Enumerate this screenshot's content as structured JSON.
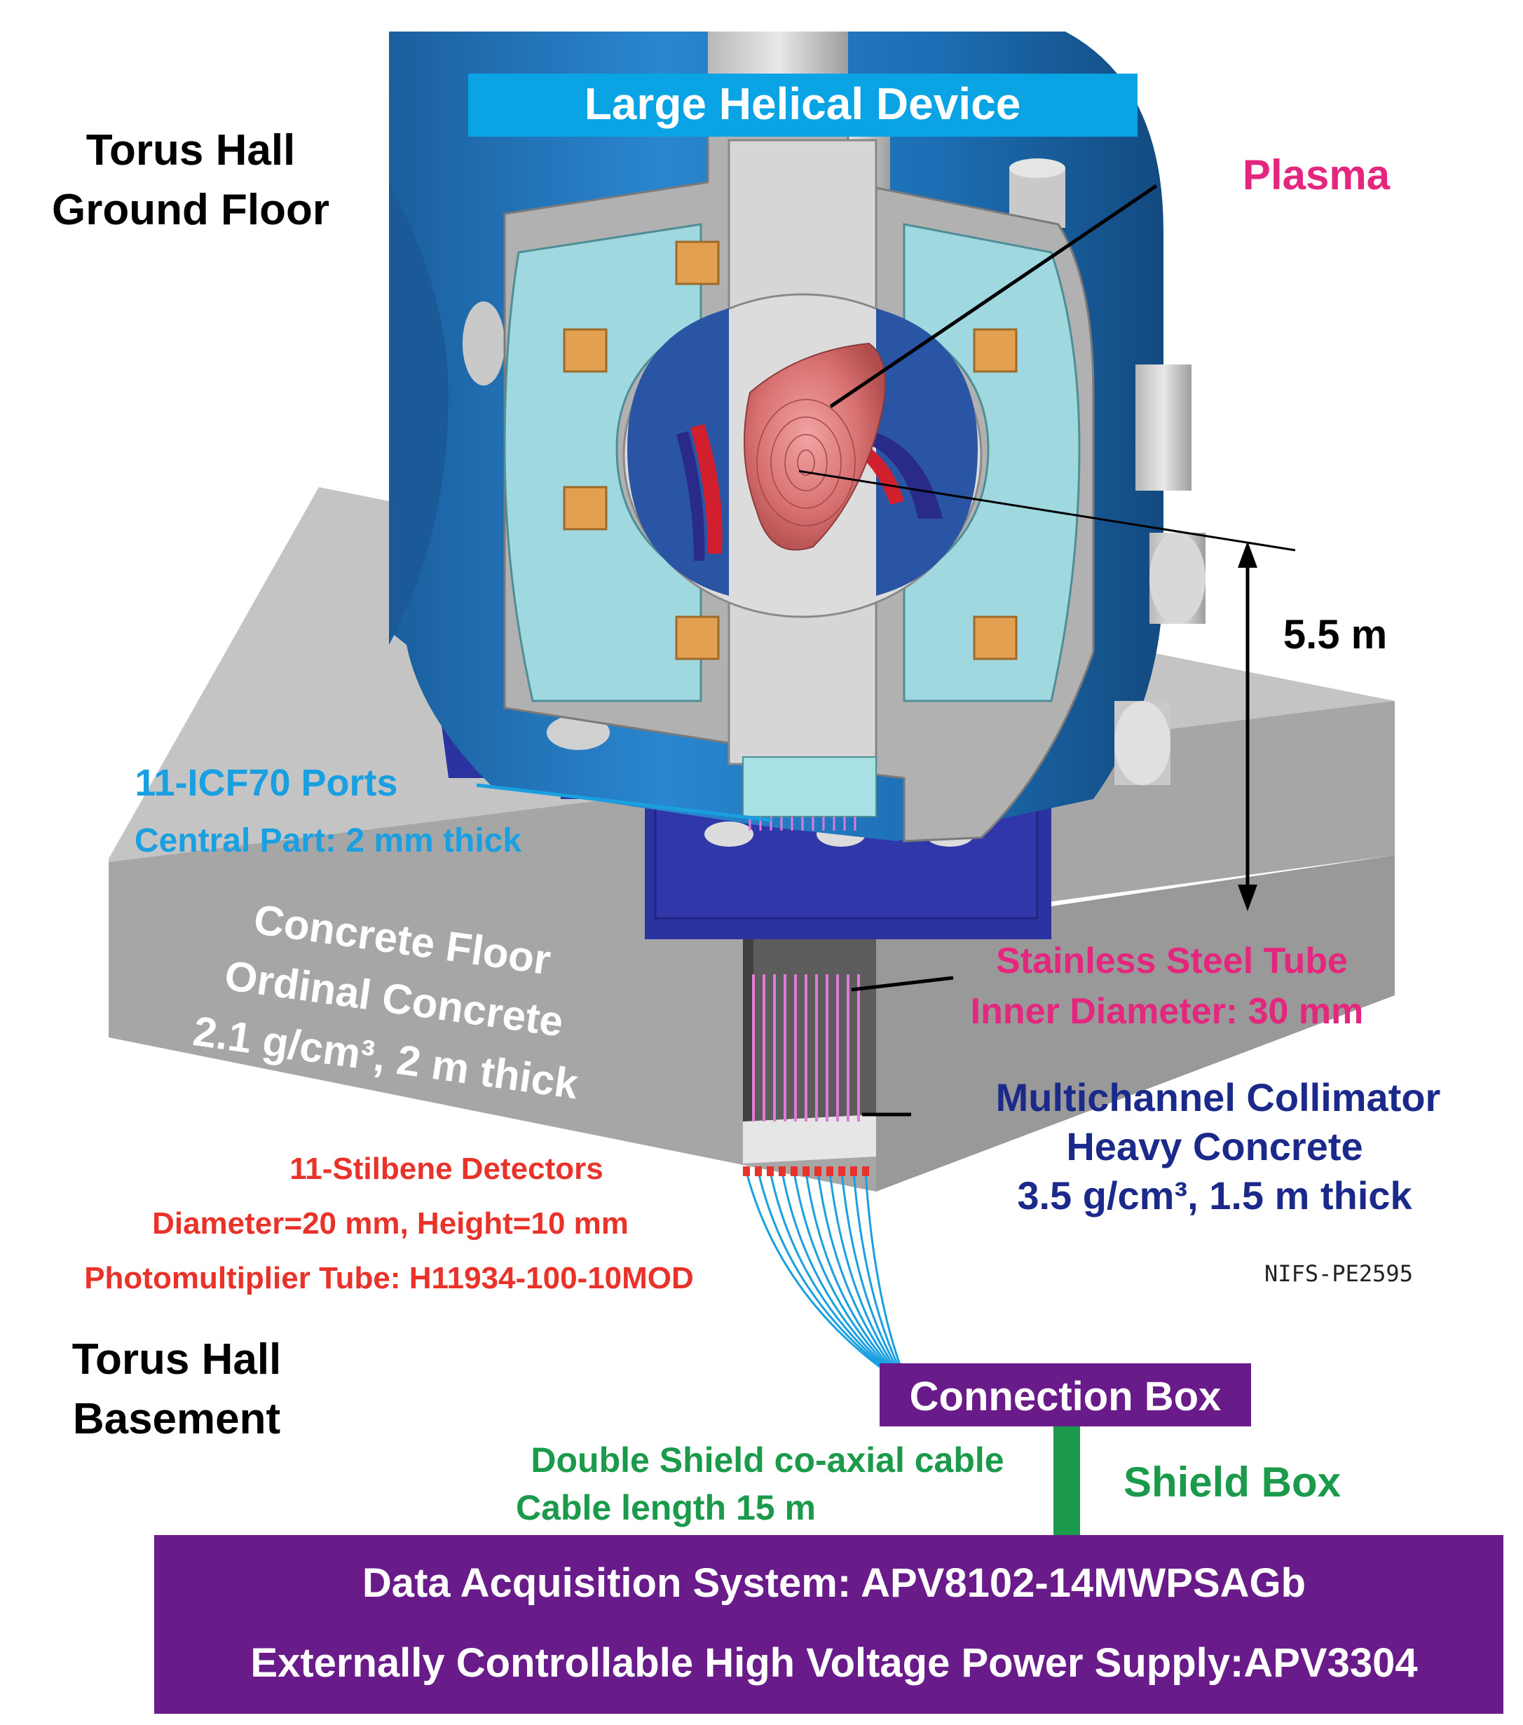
{
  "header": {
    "title": "Large Helical Device"
  },
  "locations": {
    "ground_floor": [
      "Torus Hall",
      "Ground Floor"
    ],
    "basement": [
      "Torus Hall",
      "Basement"
    ]
  },
  "labels": {
    "plasma": "Plasma",
    "height": "5.5 m",
    "ports": "11-ICF70 Ports",
    "ports_detail": "Central Part: 2 mm thick",
    "concrete_floor": [
      "Concrete Floor",
      "Ordinal Concrete",
      "2.1 g/cm³, 2 m thick"
    ],
    "tube": [
      "Stainless Steel Tube",
      "Inner Diameter: 30 mm"
    ],
    "collimator": [
      "Multichannel Collimator",
      "Heavy Concrete",
      "3.5 g/cm³, 1.5 m thick"
    ],
    "detectors": [
      "11-Stilbene Detectors",
      "Diameter=20 mm, Height=10 mm",
      "Photomultiplier Tube: H11934-100-10MOD"
    ],
    "figure_id": "NIFS-PE2595",
    "connection_box": "Connection Box",
    "cable": [
      "Double Shield co-axial cable",
      "Cable length 15 m"
    ],
    "shield_box": "Shield Box",
    "daq": "Data Acquisition System: APV8102-14MWPSAGb",
    "hv": "Externally Controllable High Voltage Power Supply:APV3304"
  },
  "colors": {
    "title_bar": "#0aa3e3",
    "plasma": "#e5267f",
    "ports": "#1aa0e0",
    "tube_label": "#e5267f",
    "collimator_label": "#1b2a8a",
    "detectors": "#e8322a",
    "purple_box": "#6a1b8a",
    "green": "#1a9a4a",
    "concrete": "#a9a9a9",
    "device_blue": "#1b6fb5"
  }
}
